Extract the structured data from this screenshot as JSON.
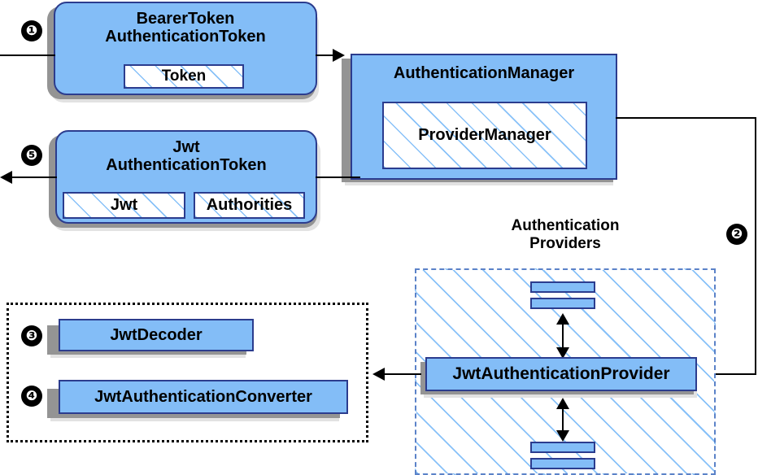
{
  "diagram": {
    "title_hidden": "Spring Security JWT Bearer Token Authentication Flow",
    "accent_blue": "#83bdf7",
    "accent_border": "#2b3c8e",
    "shadow_dark": "#949494",
    "shadow_light": "#e2e2e2",
    "hatch_blue": "#82bef8"
  },
  "badges": [
    {
      "id": "badge-1",
      "label": "❶"
    },
    {
      "id": "badge-2",
      "label": "❷"
    },
    {
      "id": "badge-3",
      "label": "❸"
    },
    {
      "id": "badge-4",
      "label": "❹"
    },
    {
      "id": "badge-5",
      "label": "❺"
    }
  ],
  "nodes": {
    "bearer_token": {
      "title": "BearerToken\nAuthenticationToken",
      "inner": [
        {
          "label": "Token"
        }
      ]
    },
    "jwt_token": {
      "title": "Jwt\nAuthenticationToken",
      "inner": [
        {
          "label": "Jwt"
        },
        {
          "label": "Authorities"
        }
      ]
    },
    "authentication_manager": {
      "title": "AuthenticationManager",
      "inner": [
        {
          "label": "ProviderManager"
        }
      ]
    },
    "authentication_providers": {
      "label": "Authentication\nProviders",
      "provider": {
        "label": "JwtAuthenticationProvider"
      }
    },
    "jwt_decoder": {
      "label": "JwtDecoder"
    },
    "jwt_converter": {
      "label": "JwtAuthenticationConverter"
    }
  }
}
